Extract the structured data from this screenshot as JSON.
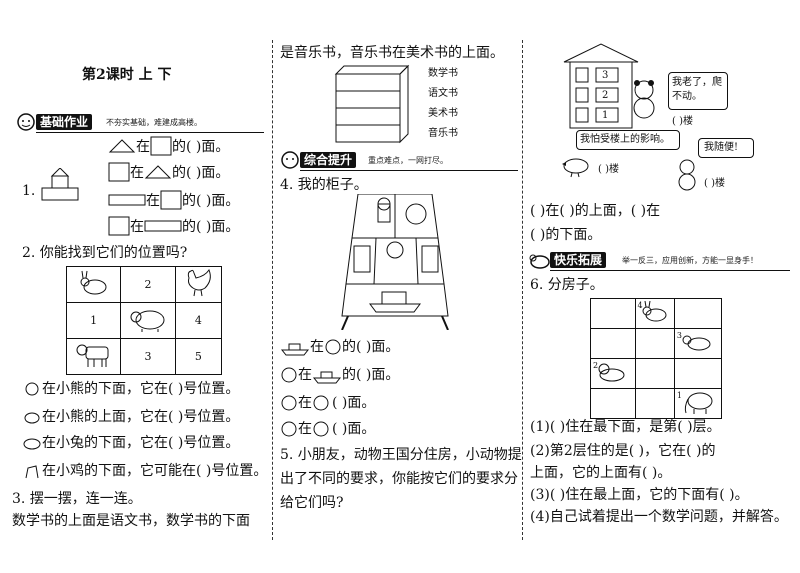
{
  "header": {
    "title": "第2课时  上      下"
  },
  "sections": {
    "basic": {
      "label": "基础作业",
      "motto": "不夯实基础，难建成高楼。"
    },
    "advance": {
      "label": "综合提升",
      "motto": "重点难点，一网打尽。"
    },
    "happy": {
      "label": "快乐拓展",
      "motto": "举一反三，应用创新，方能一显身手！"
    }
  },
  "q1": {
    "number": "1.",
    "rows": [
      "在",
      "的(      )面。"
    ]
  },
  "q2": {
    "prompt": "2. 你能找到它们的位置吗?",
    "cells": [
      "",
      "2",
      "",
      "1",
      "",
      "4",
      "",
      "3",
      "5"
    ],
    "lines": [
      "在小熊的下面，它在(      )号位置。",
      "在小熊的上面，它在(      )号位置。",
      "在小兔的下面，它在(      )号位置。",
      "在小鸡的下面，它可能在(      )号位置。"
    ]
  },
  "q3": {
    "prompt": "3. 摆一摆，连一连。",
    "text1": "数学书的上面是语文书，数学书的下面",
    "text2": "是音乐书，音乐书在美术书的上面。",
    "books": [
      "数学书",
      "语文书",
      "美术书",
      "音乐书"
    ]
  },
  "q4": {
    "prompt": "4. 我的柜子。",
    "lines": [
      "在",
      "的(      )面。",
      "在",
      "的(      )面。",
      "在",
      "(      )面。",
      "在",
      "(      )面。"
    ]
  },
  "q5": {
    "line1": "5. 小朋友，动物王国分住房，小动物提",
    "line2": "出了不同的要求，你能按它们的要求分",
    "line3": "给它们吗?",
    "floors": [
      "3",
      "2",
      "1"
    ],
    "panda_say": "我老了，爬不动。",
    "panda_floor": "(      )楼",
    "bird_say": "我怕受楼上的影响。",
    "bird_floor": "(      )楼",
    "monkey_say": "我随便!",
    "monkey_floor": "(      )楼",
    "answer1": "(      )在(      )的上面，(      )在",
    "answer2": "(      )的下面。"
  },
  "q6": {
    "prompt": "6. 分房子。",
    "cell_numbers": [
      "4",
      "3",
      "2",
      "1"
    ],
    "lines": [
      "(1)(      )住在最下面，是第(      )层。",
      "(2)第2层住的是(      )，它在(      )的",
      "上面，它的上面有(      )。",
      "(3)(      )住在最上面，它的下面有(      )。",
      "(4)自己试着提出一个数学问题，并解答。"
    ]
  }
}
